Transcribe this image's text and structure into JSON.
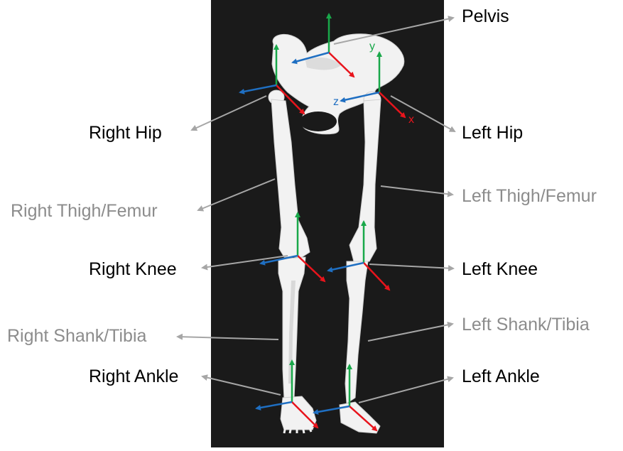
{
  "labels": {
    "pelvis": "Pelvis",
    "right_hip": "Right Hip",
    "left_hip": "Left Hip",
    "right_thigh": "Right Thigh/Femur",
    "left_thigh": "Left Thigh/Femur",
    "right_knee": "Right Knee",
    "left_knee": "Left Knee",
    "right_shank": "Right Shank/Tibia",
    "left_shank": "Left Shank/Tibia",
    "right_ankle": "Right Ankle",
    "left_ankle": "Left Ankle"
  },
  "axis_labels": {
    "x": "x",
    "y": "y",
    "z": "z"
  },
  "colors": {
    "background_panel": "#1a1a1a",
    "bone": "#f2f2f2",
    "x_axis": "#e8141c",
    "y_axis": "#19a84a",
    "z_axis": "#1f6fc2",
    "leader_line": "#a6a6a6",
    "joint_text": "#000000",
    "segment_text": "#8c8c8c"
  }
}
